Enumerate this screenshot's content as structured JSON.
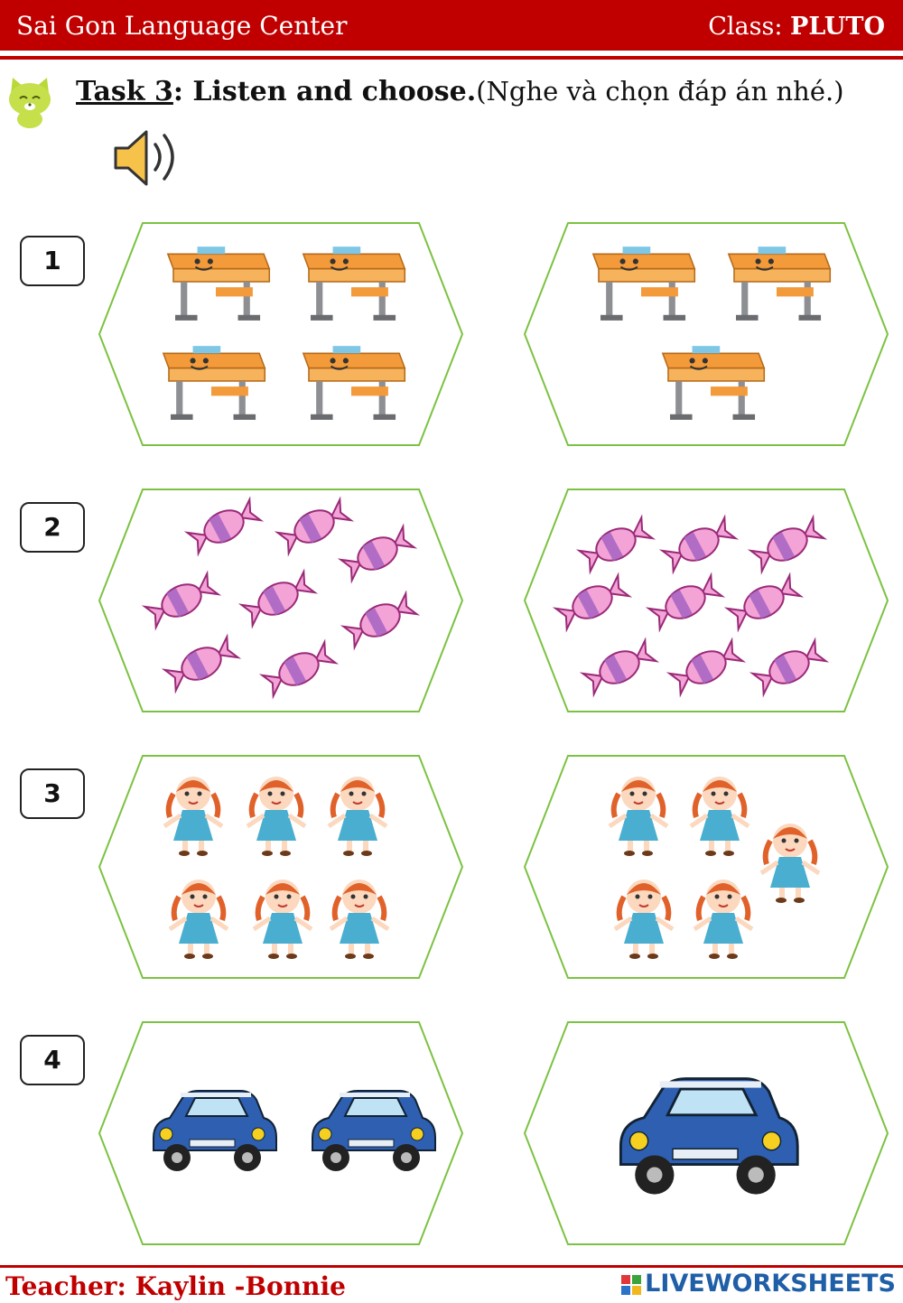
{
  "header": {
    "center_name": "Sai Gon Language Center",
    "class_label": "Class: ",
    "class_value": "PLUTO"
  },
  "task": {
    "label": "Task 3",
    "sep": ": ",
    "title": "Listen and choose.",
    "subtitle": "(Nghe và chọn đáp án nhé.)"
  },
  "audio": {
    "icon": "speaker-icon"
  },
  "questions": [
    {
      "number": "1",
      "item": "desk",
      "options": [
        {
          "count": 4
        },
        {
          "count": 3
        }
      ]
    },
    {
      "number": "2",
      "item": "candy",
      "options": [
        {
          "count": 8
        },
        {
          "count": 9
        }
      ]
    },
    {
      "number": "3",
      "item": "doll",
      "options": [
        {
          "count": 6
        },
        {
          "count": 5
        }
      ]
    },
    {
      "number": "4",
      "item": "car",
      "options": [
        {
          "count": 2
        },
        {
          "count": 1
        }
      ]
    }
  ],
  "colors": {
    "header": "#c00000",
    "hex_border": "#7cc242",
    "candy": "#f3a3d6",
    "doll_hair": "#e0622a",
    "doll_dress": "#4aaed0",
    "car": "#2e5fb0",
    "desk": "#f39a3a"
  },
  "footer": {
    "teacher": "Teacher: Kaylin -Bonnie",
    "brand": "LIVEWORKSHEETS"
  }
}
